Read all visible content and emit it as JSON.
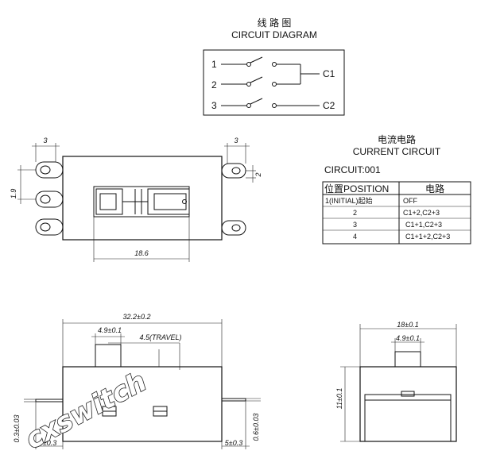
{
  "circuit_diagram": {
    "title_cn": "线 路 图",
    "title_en": "CIRCUIT DIAGRAM",
    "pins": [
      "1",
      "2",
      "3"
    ],
    "outputs": [
      "C1",
      "C2"
    ]
  },
  "current_circuit": {
    "title_cn": "电流电路",
    "title_en": "CURRENT CIRCUIT",
    "circuit_id": "CIRCUIT:001",
    "headers": [
      "位置POSITION",
      "电路"
    ],
    "rows": [
      [
        "1(INITIAL)起始",
        "OFF"
      ],
      [
        "2",
        "C1+2,C2+3"
      ],
      [
        "3",
        "C1+1,C2+3"
      ],
      [
        "4",
        "C1+1+2,C2+3"
      ]
    ]
  },
  "top_view": {
    "dim_left": "3",
    "dim_right": "3",
    "dim_side": "1.9",
    "dim_tab": "2",
    "dim_bottom": "18.6"
  },
  "front_view": {
    "dim_total": "32.2±0.2",
    "dim_knob": "4.9±0.1",
    "dim_travel": "4.5(TRAVEL)",
    "dim_left_thick": "0.3±0.03",
    "dim_left_pin": "5±0.3",
    "dim_right_pin": "5±0.3",
    "dim_right_thick": "0.6±0.03"
  },
  "side_view": {
    "dim_width": "18±0.1",
    "dim_knob": "4.9±0.1",
    "dim_height": "11±0.1"
  },
  "watermark": "cxswitch"
}
